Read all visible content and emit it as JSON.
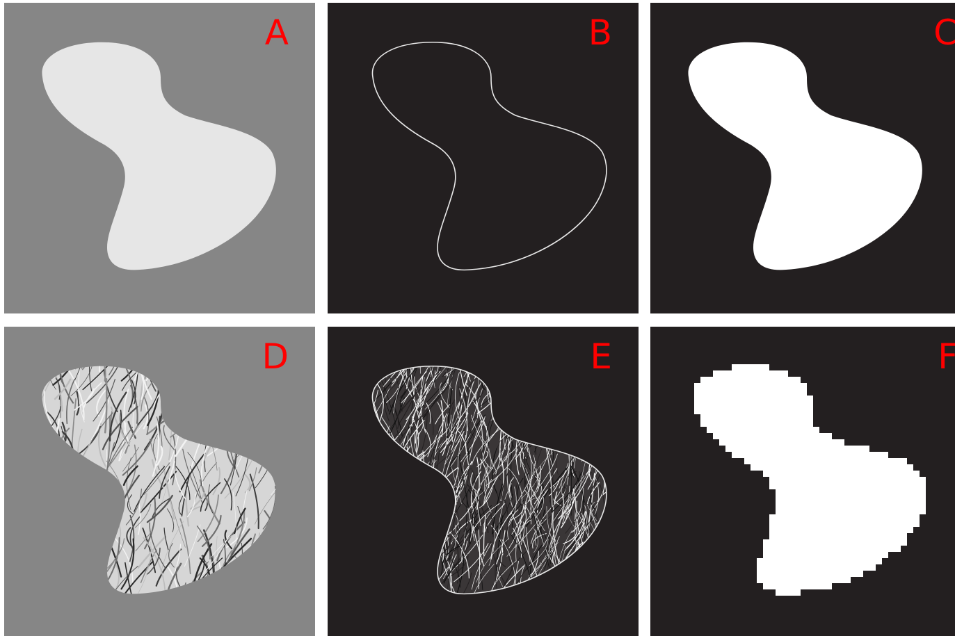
{
  "panels": [
    {
      "id": "A",
      "label": "A",
      "kind": "filled-shape"
    },
    {
      "id": "B",
      "label": "B",
      "kind": "outline"
    },
    {
      "id": "C",
      "label": "C",
      "kind": "binary-mask"
    },
    {
      "id": "D",
      "label": "D",
      "kind": "textured-shape"
    },
    {
      "id": "E",
      "label": "E",
      "kind": "edge-texture"
    },
    {
      "id": "F",
      "label": "F",
      "kind": "pixelated-mask"
    }
  ],
  "colors": {
    "gray_background": "#868686",
    "dark_background": "#231f20",
    "light_shape": "#e6e6e6",
    "white_shape": "#ffffff",
    "label_color": "#ff0000"
  }
}
